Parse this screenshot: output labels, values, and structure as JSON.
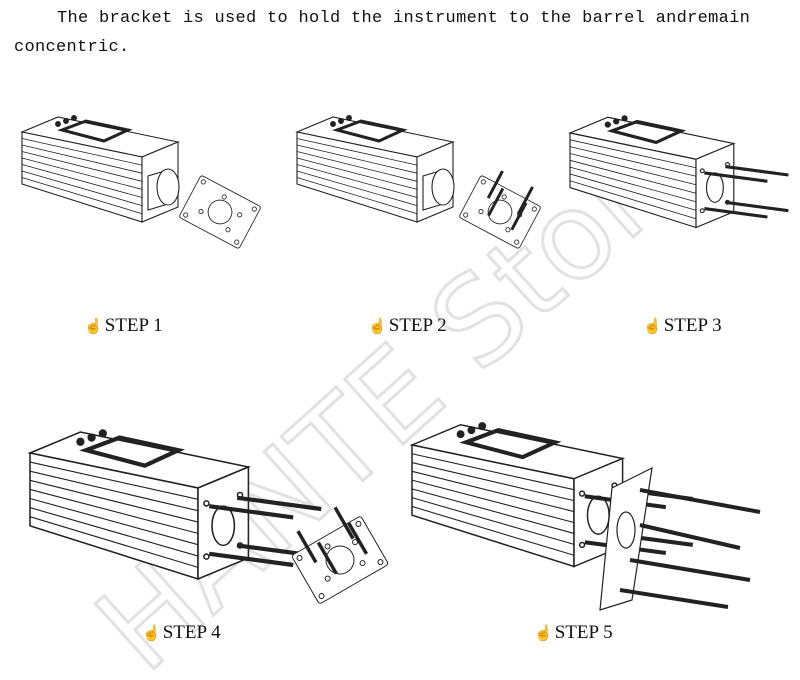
{
  "intro": {
    "line1": "The bracket is used to hold the instrument to the barrel andremain",
    "line2": "concentric."
  },
  "steps": [
    {
      "label": "STEP 1",
      "icon": "pointing-hand-icon"
    },
    {
      "label": "STEP 2",
      "icon": "pointing-hand-icon"
    },
    {
      "label": "STEP 3",
      "icon": "pointing-hand-icon"
    },
    {
      "label": "STEP 4",
      "icon": "pointing-hand-icon"
    },
    {
      "label": "STEP 5",
      "icon": "pointing-hand-icon"
    }
  ],
  "watermark": "HANTE Store",
  "colors": {
    "line": "#222222",
    "watermark": "#e2e2e2"
  }
}
